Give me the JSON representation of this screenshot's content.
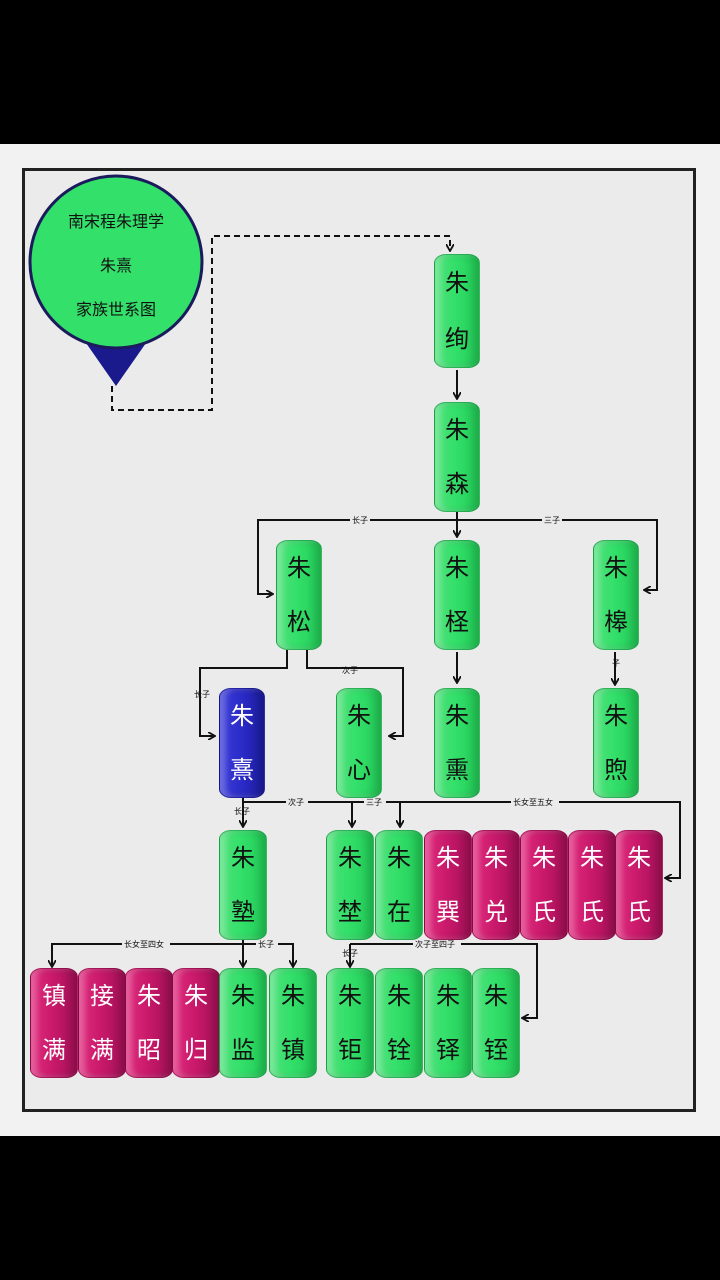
{
  "title": {
    "line1": "南宋程朱理学",
    "line2": "朱熹",
    "line3": "家族世系图"
  },
  "nodes": {
    "zhu_xun": "朱绚",
    "zhu_sen": "朱森",
    "zhu_song": "朱松",
    "zhu_cheng": "朱柽",
    "zhu_huai": "朱槔",
    "zhu_xi": "朱熹",
    "zhu_xin": "朱心",
    "zhu_xun2": "朱熏",
    "zhu_xu": "朱煦",
    "zhu_shu": "朱塾",
    "zhu_chu": "朱埜",
    "zhu_zai": "朱在",
    "zhu_xun3": "朱巽",
    "zhu_dui": "朱兑",
    "zhu_shi1": "朱氏",
    "zhu_shi2": "朱氏",
    "zhu_shi3": "朱氏",
    "zhen_man": "镇满",
    "jie_man": "接满",
    "zhu_zhao": "朱昭",
    "zhu_gui": "朱归",
    "zhu_jian": "朱监",
    "zhu_zhen": "朱镇",
    "zhu_ju": "朱钜",
    "zhu_quan": "朱铨",
    "zhu_yi": "朱铎",
    "zhu_zhi": "朱铚"
  },
  "labels": {
    "changzi": "长子",
    "sanzi": "三子",
    "cizi": "次子",
    "changzi_b": "长子",
    "cizi_b": "次子",
    "sanzi_b": "三子",
    "changnv_wunv": "长女至五女",
    "changzi_c": "长子",
    "changnv_sinv": "长女至四女",
    "changzi_d": "长子",
    "cizi_sizi": "次子至四子",
    "changzi_e": "长子",
    "zi_xu": "子"
  },
  "colors": {
    "green": "#33e06a",
    "blue": "#2b2bc8",
    "magenta": "#c8186a",
    "title_disc": "#33e06a",
    "title_pin": "#1a1a8c"
  }
}
